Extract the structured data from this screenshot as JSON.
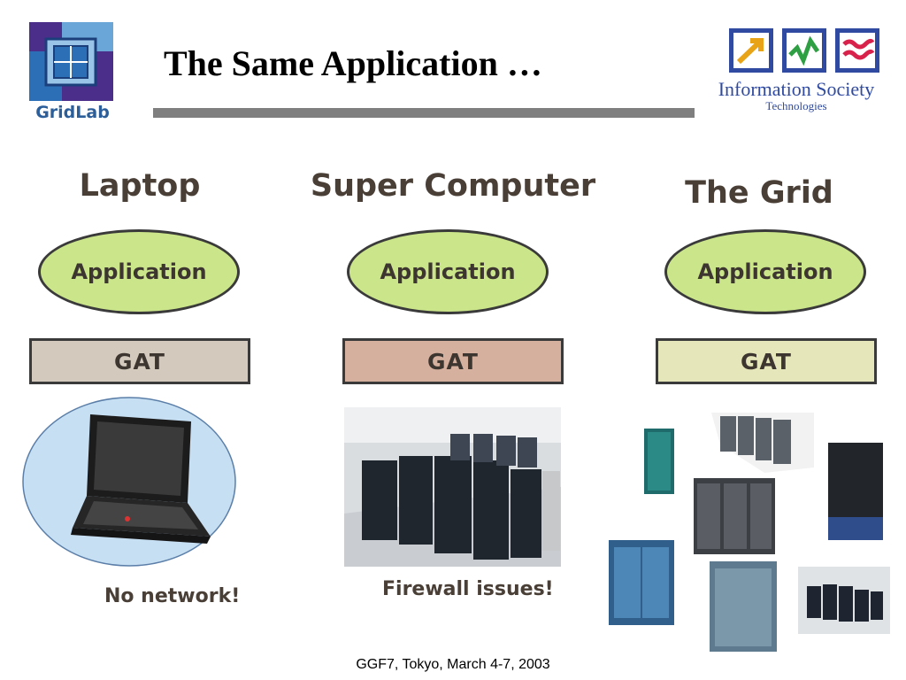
{
  "slide": {
    "title": "The Same Application …",
    "footer": "GGF7, Tokyo, March 4-7, 2003"
  },
  "logos": {
    "left": {
      "name": "GridLab",
      "text": "GridLab"
    },
    "right": {
      "line1": "Information Society",
      "line2": "Technologies"
    }
  },
  "columns": [
    {
      "heading": "Laptop",
      "app_label": "Application",
      "gat_label": "GAT",
      "note": "No network!",
      "gat_color": "#d3c9bc"
    },
    {
      "heading": "Super Computer",
      "app_label": "Application",
      "gat_label": "GAT",
      "note": "Firewall issues!",
      "gat_color": "#d6b09f"
    },
    {
      "heading": "The Grid",
      "app_label": "Application",
      "gat_label": "GAT",
      "note": "",
      "gat_color": "#e5e6ba"
    }
  ],
  "colors": {
    "app_ellipse": "#cbe58a",
    "rule": "#7f7f7f",
    "heading_text": "#4a3f36"
  }
}
